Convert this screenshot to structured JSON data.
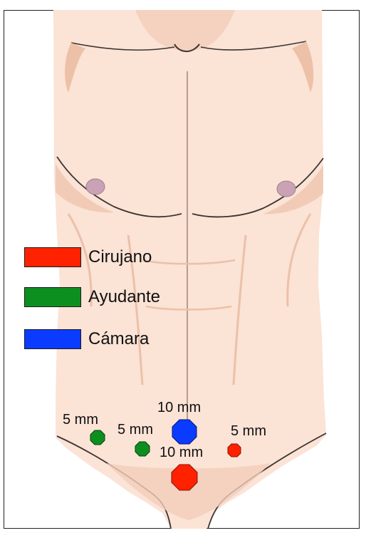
{
  "colors": {
    "skin": "#fbe3d6",
    "skin_shadow": "#ecc1a8",
    "line": "#3b3330",
    "surgeon": "#ff2200",
    "assistant": "#0d8f1f",
    "camera": "#0a3bff"
  },
  "legend": {
    "items": [
      {
        "label": "Cirujano",
        "color": "#ff2200"
      },
      {
        "label": "Ayudante",
        "color": "#0d8f1f"
      },
      {
        "label": "Cámara",
        "color": "#0a3bff"
      }
    ]
  },
  "ports": [
    {
      "role": "assistant",
      "size_label": "5 mm"
    },
    {
      "role": "assistant",
      "size_label": "5 mm"
    },
    {
      "role": "camera",
      "size_label": "10 mm"
    },
    {
      "role": "surgeon",
      "size_label": "5 mm"
    },
    {
      "role": "surgeon",
      "size_label": "10 mm"
    }
  ]
}
